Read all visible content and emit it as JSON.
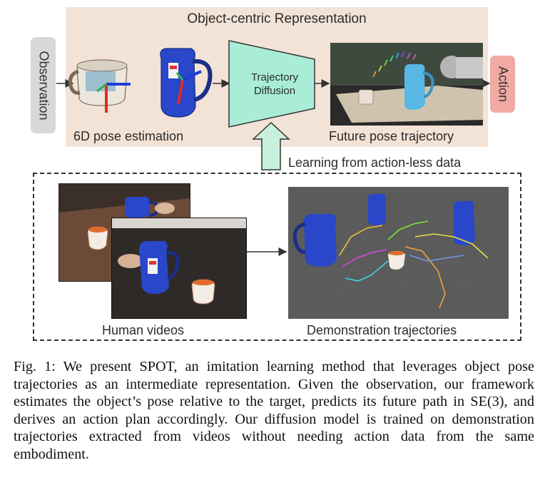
{
  "figure": {
    "title": "Object-centric Representation",
    "observation_label": "Observation",
    "action_label": "Action",
    "diffusion_label_line1": "Trajectory",
    "diffusion_label_line2": "Diffusion",
    "pose_estimation_caption": "6D pose estimation",
    "future_trajectory_caption": "Future pose trajectory",
    "learning_label": "Learning from action-less data",
    "human_videos_caption": "Human videos",
    "demo_trajectories_caption": "Demonstration trajectories"
  },
  "caption": {
    "text": "Fig. 1: We present SPOT, an imitation learning method that leverages object pose trajectories as an intermediate representation. Given the observation, our framework estimates the object’s pose relative to the target, predicts its future path in SE(3), and derives an action plan accordingly. Our diffusion model is trained on demonstration trajectories extracted from videos without needing action data from the same embodiment."
  },
  "colors": {
    "panel_bg": "#f3e3d7",
    "action_box": "#f0a9a3",
    "observation_box": "#d8d8d8",
    "diffusion_fill": "#a9ecd8",
    "pitcher_blue": "#2a47c9"
  }
}
